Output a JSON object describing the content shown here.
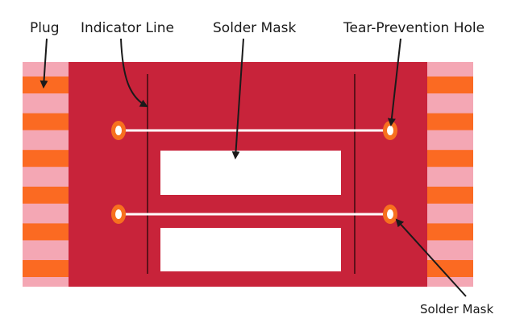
{
  "labels": {
    "plug": "Plug",
    "indicator_line": "Indicator Line",
    "solder_mask_top": "Solder Mask",
    "tear_prevention_hole": "Tear-Prevention Hole",
    "solder_mask_bottom": "Solder Mask"
  },
  "colors": {
    "board": "#c8233a",
    "plug_pink": "#f4a7b4",
    "plug_orange": "#fb6a22",
    "mask": "#ffffff",
    "line": "#3a0a10",
    "hole_ring": "#f7701f"
  }
}
